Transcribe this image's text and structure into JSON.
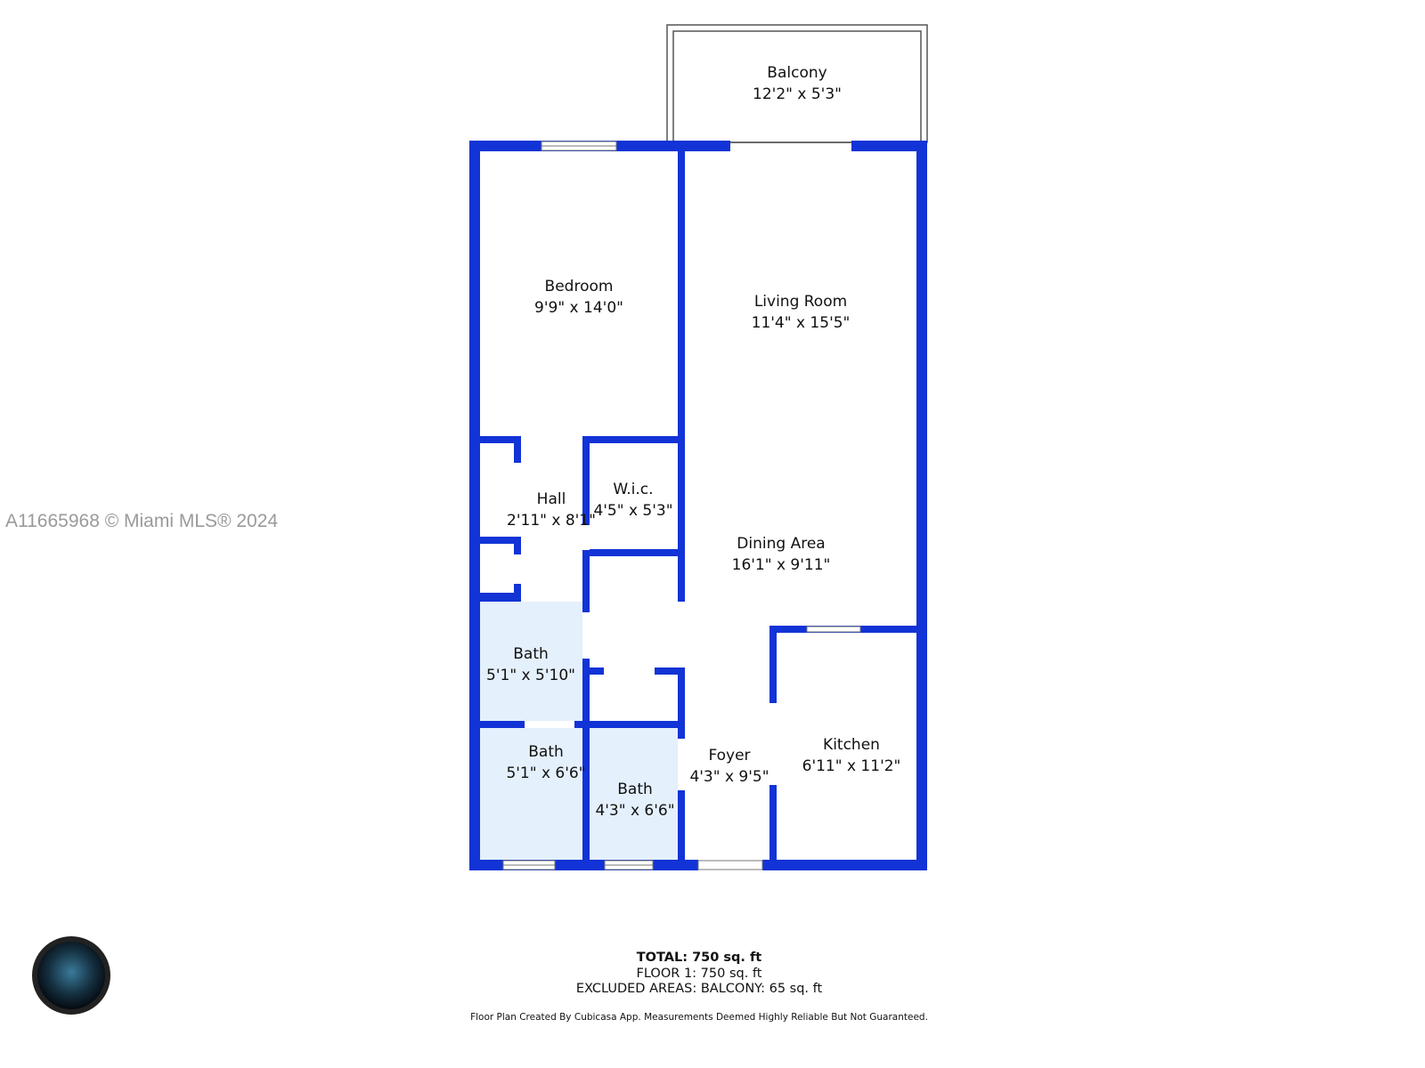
{
  "watermark": "A11665968 © Miami MLS® 2024",
  "rooms": [
    {
      "name": "Balcony",
      "size": "12'2\" x 5'3\""
    },
    {
      "name": "Bedroom",
      "size": "9'9\" x 14'0\""
    },
    {
      "name": "Living Room",
      "size": "11'4\" x 15'5\""
    },
    {
      "name": "Hall",
      "size": "2'11\" x 8'1\""
    },
    {
      "name": "W.i.c.",
      "size": "4'5\" x 5'3\""
    },
    {
      "name": "Dining Area",
      "size": "16'1\" x 9'11\""
    },
    {
      "name": "Bath",
      "size": "5'1\" x 5'10\""
    },
    {
      "name": "Bath",
      "size": "5'1\" x 6'6\""
    },
    {
      "name": "Bath",
      "size": "4'3\" x 6'6\""
    },
    {
      "name": "Foyer",
      "size": "4'3\" x 9'5\""
    },
    {
      "name": "Kitchen",
      "size": "6'11\" x 11'2\""
    }
  ],
  "summary": {
    "total": "TOTAL: 750 sq. ft",
    "floor": "FLOOR 1: 750 sq. ft",
    "excluded": "EXCLUDED AREAS: BALCONY: 65 sq. ft"
  },
  "disclaimer": "Floor Plan Created By Cubicasa App. Measurements Deemed Highly Reliable But Not Guaranteed.",
  "colors": {
    "wall": "#1233d6",
    "bath_fill": "#e4f0fb"
  }
}
